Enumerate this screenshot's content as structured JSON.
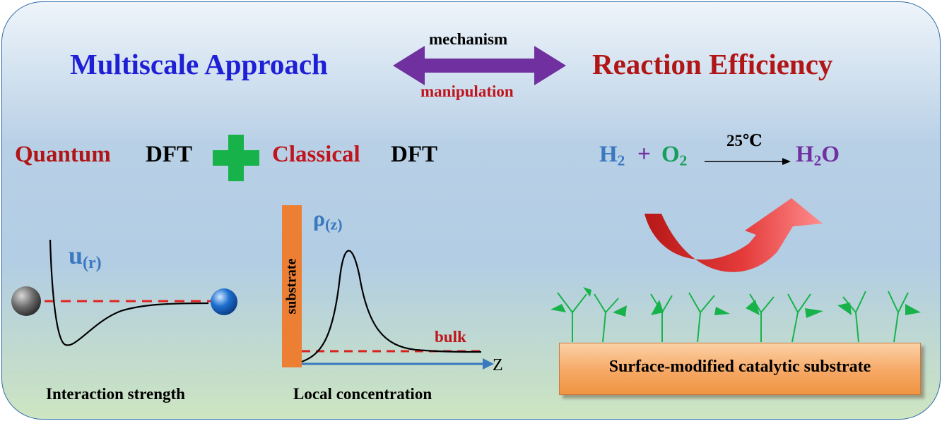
{
  "header": {
    "left_title": "Multiscale Approach",
    "right_title": "Reaction Efficiency",
    "arrow_top_label": "mechanism",
    "arrow_bottom_label": "manipulation"
  },
  "methods": {
    "quantum": "Quantum",
    "dft1": "DFT",
    "classical": "Classical",
    "dft2": "DFT"
  },
  "reaction": {
    "h": "H",
    "h2_sub": "2",
    "plus": "+",
    "o": "O",
    "o2_sub": "2",
    "temperature": "25℃",
    "prod_h": "H",
    "prod_sub": "2",
    "prod_o": "O"
  },
  "potential_panel": {
    "label_u": "u",
    "label_sub": "(r)",
    "caption": "Interaction strength"
  },
  "density_panel": {
    "label_rho": "ρ",
    "label_sub": "(z)",
    "substrate_label": "substrate",
    "bulk_label": "bulk",
    "axis_label": "Z",
    "caption": "Local concentration"
  },
  "catalyst": {
    "substrate_label": "Surface-modified catalytic substrate"
  },
  "colors": {
    "blue_title": "#1f1fd6",
    "red_title": "#b01616",
    "purple_arrow": "#7030a0",
    "green_plus": "#17b34a",
    "orange_substrate": "#ec7f34",
    "steel_blue": "#3a78c0",
    "green_text": "#14a05a",
    "purple_text": "#7030a0"
  }
}
